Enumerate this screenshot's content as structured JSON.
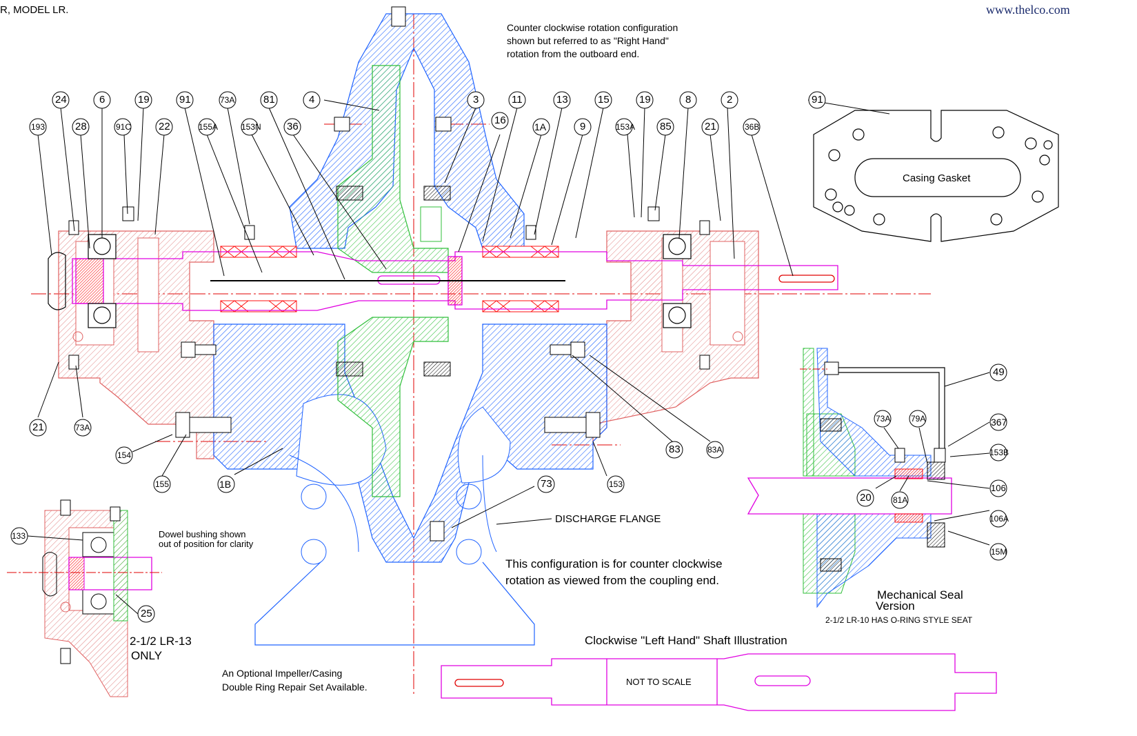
{
  "header": {
    "title_fragment": "R, MODEL LR.",
    "website": "www.thelco.com"
  },
  "notes": {
    "rotation_line1": "Counter clockwise rotation configuration",
    "rotation_line2": "shown but referred to as \"Right Hand\"",
    "rotation_line3": "rotation from the outboard end.",
    "discharge_flange": "DISCHARGE  FLANGE",
    "config_line1": "This configuration is for counter clockwise",
    "config_line2": "rotation as viewed from the coupling end.",
    "dowel_line1": "Dowel bushing shown",
    "dowel_line2": "out of position for clarity",
    "lr13_line1": "2-1/2 LR-13",
    "lr13_line2": "ONLY",
    "optional_line1": "An Optional Impeller/Casing",
    "optional_line2": "Double Ring Repair Set Available.",
    "mech_seal_line1": "Mechanical Seal",
    "mech_seal_line2": "Version",
    "mech_seal_note": "2-1/2 LR-10 HAS O-RING STYLE SEAT",
    "casing_gasket": "Casing Gasket",
    "left_hand_title": "Clockwise \"Left Hand\" Shaft Illustration",
    "not_to_scale": "NOT TO SCALE"
  },
  "balloons": {
    "top_row": [
      "24",
      "6",
      "19",
      "91",
      "73A",
      "81",
      "4",
      "3",
      "11",
      "13",
      "15",
      "19",
      "8",
      "2"
    ],
    "second_row": [
      "193",
      "28",
      "91C",
      "22",
      "155A",
      "153N",
      "36",
      "16",
      "1A",
      "9",
      "153A",
      "85",
      "21",
      "36B"
    ],
    "lower": [
      "21",
      "73A",
      "154",
      "155",
      "1B",
      "153",
      "83",
      "83A",
      "73",
      "25",
      "133"
    ],
    "gasket": [
      "91"
    ],
    "seal": [
      "49",
      "73A",
      "79A",
      "367",
      "153B",
      "20",
      "81A",
      "106",
      "106A",
      "15M"
    ]
  },
  "colors": {
    "casing_blue": "#1f63ff",
    "impeller_green": "#2fbf3a",
    "frame_red": "#e06060",
    "shaft_magenta": "#e000e0",
    "seal_red": "#ff1010",
    "centerline_red": "#e00000"
  }
}
